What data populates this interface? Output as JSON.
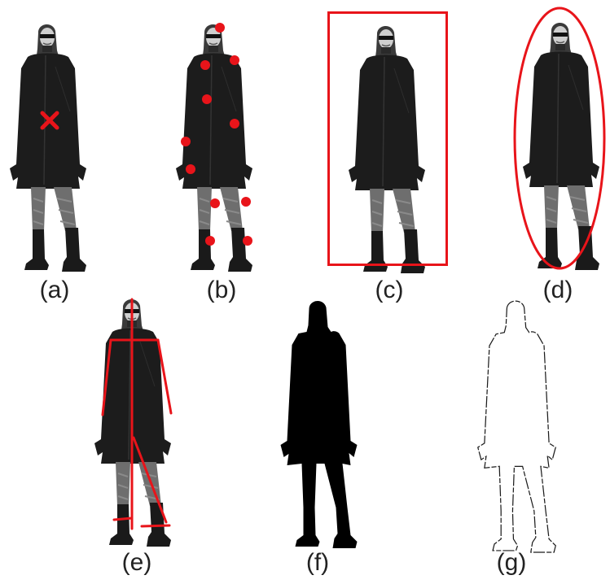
{
  "panels": [
    {
      "id": "a",
      "caption": "(a)",
      "representation": "centroid-point"
    },
    {
      "id": "b",
      "caption": "(b)",
      "representation": "multiple-points"
    },
    {
      "id": "c",
      "caption": "(c)",
      "representation": "rectangle"
    },
    {
      "id": "d",
      "caption": "(d)",
      "representation": "ellipse"
    },
    {
      "id": "e",
      "caption": "(e)",
      "representation": "articulated-skeleton"
    },
    {
      "id": "f",
      "caption": "(f)",
      "representation": "silhouette"
    },
    {
      "id": "g",
      "caption": "(g)",
      "representation": "contour"
    }
  ],
  "colors": {
    "annotation": "#e8141a",
    "coat": "#1c1c1c",
    "jeans": "#6e6e6e",
    "skin": "#c9c9c9",
    "hair": "#3a3a3a",
    "silhouette": "#000000",
    "contour": "#1a1a1a",
    "background": "#ffffff"
  }
}
